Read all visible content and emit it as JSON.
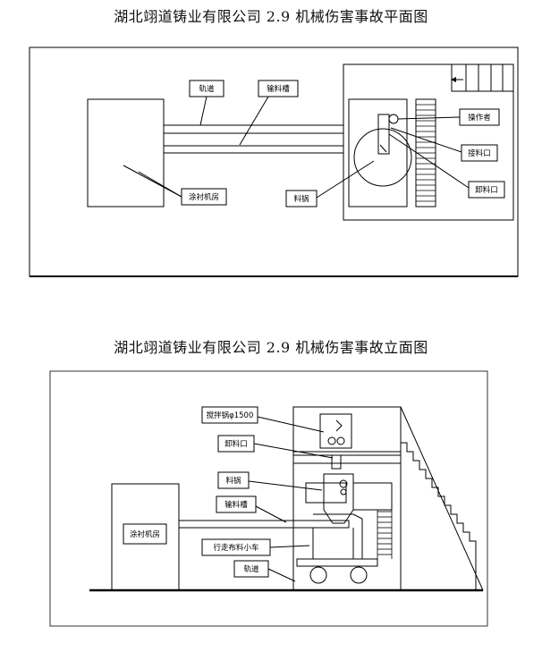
{
  "plan": {
    "title": "湖北翊道铸业有限公司 2.9 机械伤害事故平面图",
    "labels": {
      "track": "轨道",
      "chute": "输料槽",
      "lining_room": "涂衬机房",
      "ladle": "料锅",
      "operator": "操作者",
      "receive_port": "接料口",
      "discharge_port": "卸料口"
    }
  },
  "elevation": {
    "title": "湖北翊道铸业有限公司 2.9 机械伤害事故立面图",
    "labels": {
      "mixer": "搅拌锅φ1500",
      "discharge_port": "卸料口",
      "ladle": "料锅",
      "chute": "输料槽",
      "lining_room": "涂衬机房",
      "cart": "行走布料小车",
      "track": "轨道"
    }
  }
}
